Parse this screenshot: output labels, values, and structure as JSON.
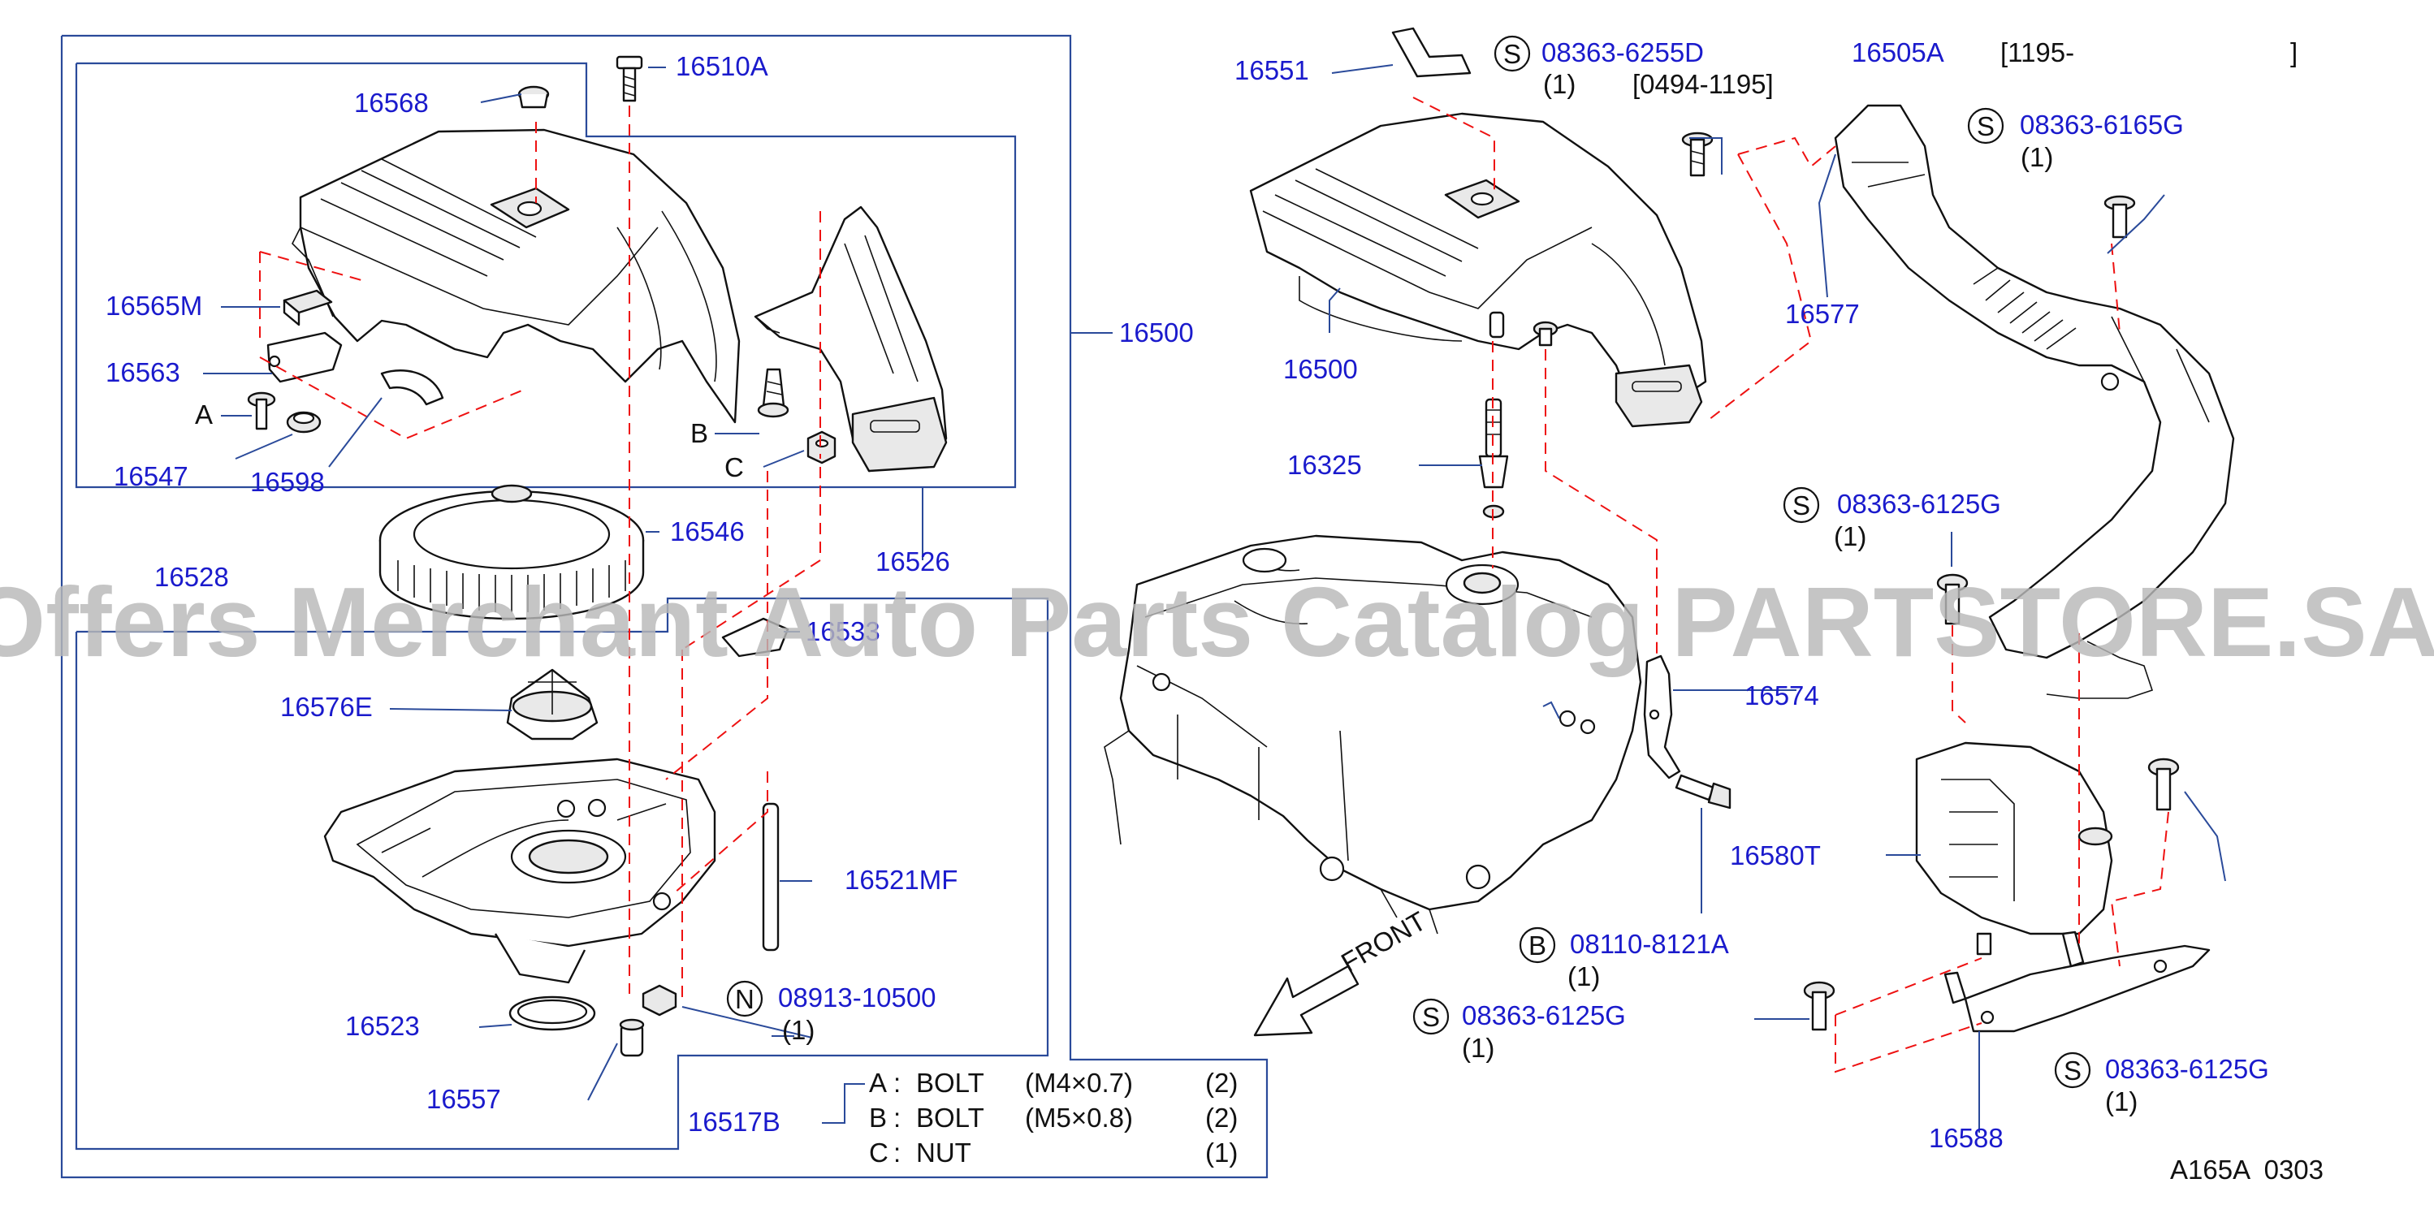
{
  "watermark": "Offers Merchant Auto Parts Catalog PARTSTORE.SA",
  "diagram_code": "A165A  0303",
  "front_label": "FRONT",
  "labels": {
    "p16510A": "16510A",
    "p16568": "16568",
    "p16565M": "16565M",
    "p16563": "16563",
    "pA": "A",
    "p16547": "16547",
    "p16598": "16598",
    "pB": "B",
    "pC": "C",
    "p16546": "16546",
    "p16526": "16526",
    "p16528": "16528",
    "p16533": "16533",
    "p16576E": "16576E",
    "p16521MF": "16521MF",
    "p16523": "16523",
    "p16557": "16557",
    "p16517B": "16517B",
    "p16500_left": "16500",
    "p16551": "16551",
    "p16500_right": "16500",
    "p16325": "16325",
    "p16577": "16577",
    "p16505A": "16505A",
    "p16574": "16574",
    "p16580T": "16580T",
    "p16588": "16588"
  },
  "callouts": {
    "s1": {
      "code": "S",
      "part": "08363-6255D",
      "qty": "(1)",
      "date": "[0494-1195]"
    },
    "s2": {
      "code": "S",
      "part": "08363-6165G",
      "qty": "(1)"
    },
    "s3": {
      "code": "S",
      "part": "08363-6125G",
      "qty": "(1)"
    },
    "s4": {
      "code": "S",
      "part": "08363-6125G",
      "qty": "(1)"
    },
    "s5": {
      "code": "S",
      "part": "08363-6125G",
      "qty": "(1)"
    },
    "b1": {
      "code": "B",
      "part": "08110-8121A",
      "qty": "(1)"
    },
    "n1": {
      "code": "N",
      "part": "08913-10500",
      "qty": "(1)"
    }
  },
  "date_range_top": "[1195-",
  "date_range_top_close": "]",
  "hardware_legend": [
    {
      "key": "A",
      "sep": ":",
      "type": "BOLT",
      "size": "(M4×0.7)",
      "qty": "(2)"
    },
    {
      "key": "B",
      "sep": ":",
      "type": "BOLT",
      "size": "(M5×0.8)",
      "qty": "(2)"
    },
    {
      "key": "C",
      "sep": ":",
      "type": "NUT",
      "size": "",
      "qty": "(1)"
    }
  ]
}
